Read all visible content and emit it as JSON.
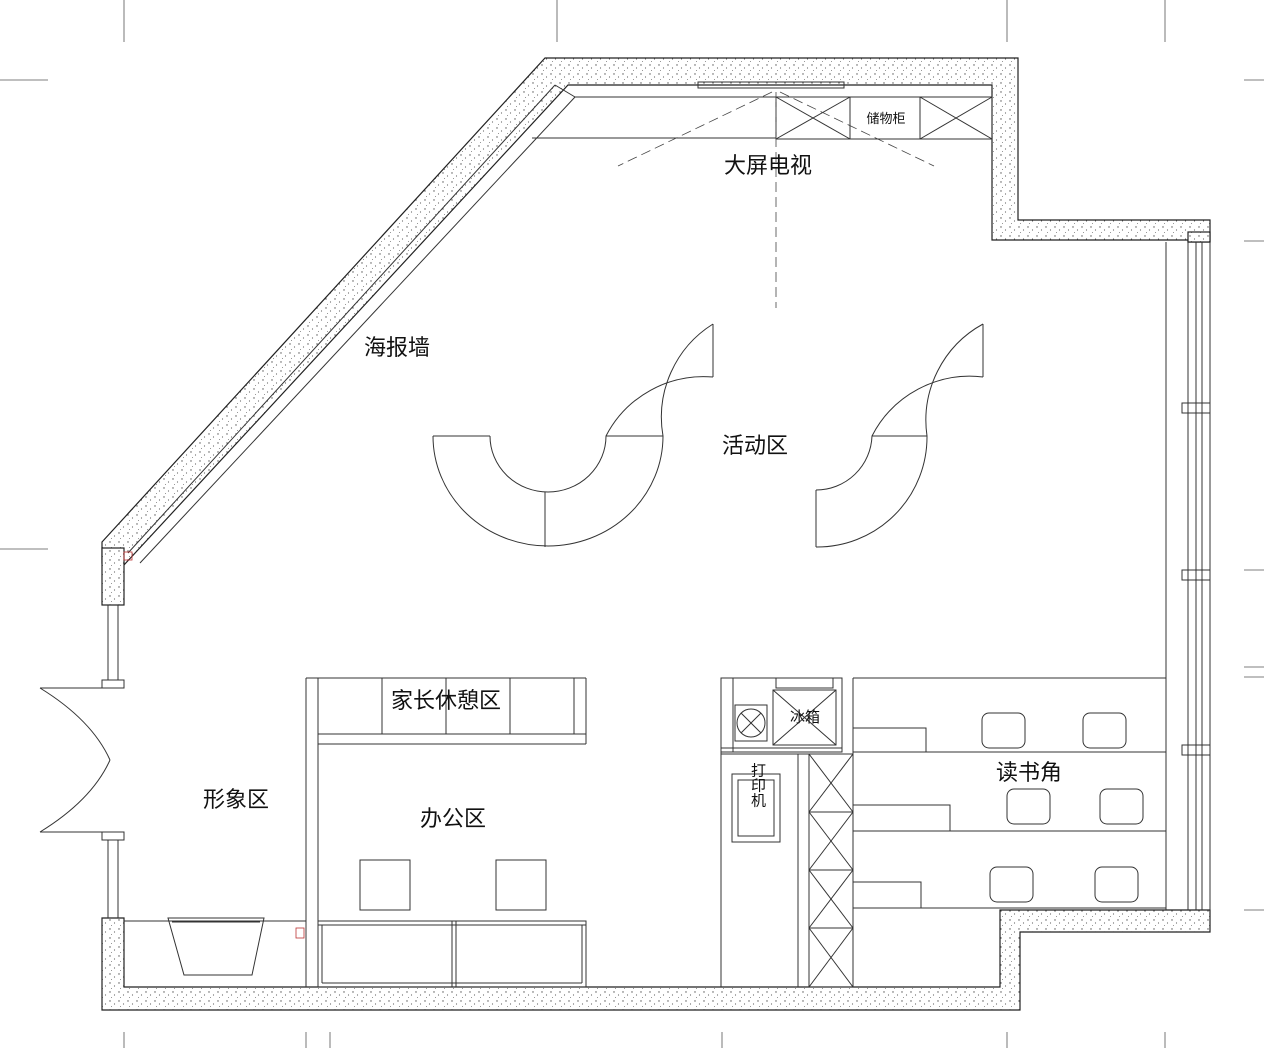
{
  "labels": {
    "big_tv": "大屏电视",
    "storage_cabinet": "储物柜",
    "poster_wall": "海报墙",
    "activity_area": "活动区",
    "parent_lounge": "家长休憩区",
    "image_area": "形象区",
    "office_area": "办公区",
    "fridge": "冰箱",
    "printer": "打印机",
    "reading_corner": "读书角"
  }
}
